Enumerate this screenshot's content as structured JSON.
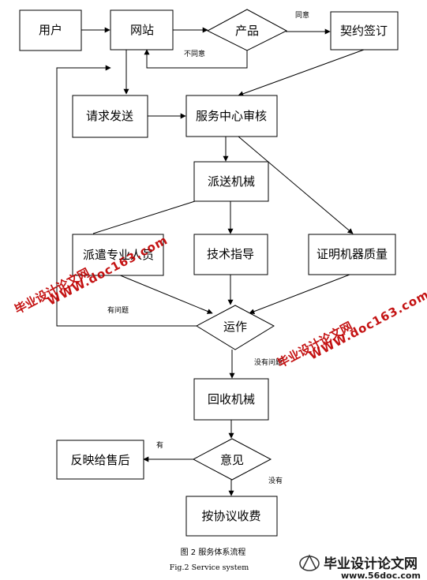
{
  "nodes": {
    "user": "用户",
    "website": "网站",
    "product": "产品",
    "contract": "契约签订",
    "request": "请求发送",
    "service_center": "服务中心审核",
    "dispatch": "派送机械",
    "send_staff": "派遣专业人员",
    "tech_guide": "技术指导",
    "quality": "证明机器质量",
    "operation": "运作",
    "recycle": "回收机械",
    "opinion": "意见",
    "feedback": "反映给售后",
    "charge": "按协议收费"
  },
  "edges": {
    "agree": "同意",
    "disagree": "不同意",
    "has_problem": "有问题",
    "no_problem": "没有问题",
    "yes": "有",
    "no": "没有"
  },
  "caption": {
    "cn": "图 2    服务体系流程",
    "en": "Fig.2     Service system"
  },
  "watermarks": {
    "site_name": "毕业设计论文网",
    "site_url": "WWW.doc163.com",
    "logo_text": "毕业设计论文网",
    "logo_url": "www.56doc.com"
  },
  "colors": {
    "line": "#000000",
    "watermark": "#c00000",
    "background": "#ffffff"
  }
}
